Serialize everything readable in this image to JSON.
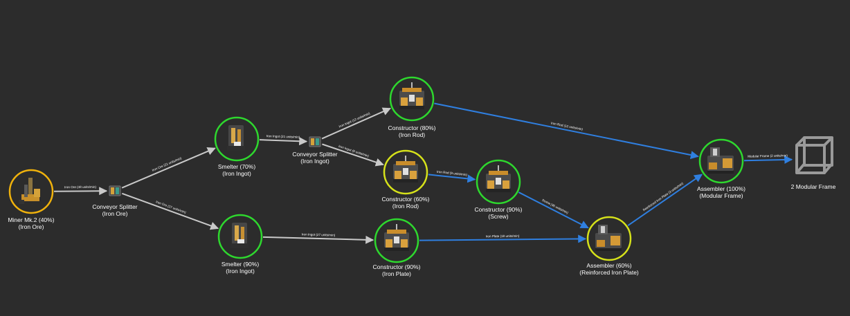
{
  "colors": {
    "background": "#2c2c2c",
    "ring_full": "#2ed82e",
    "ring_partial": "#d6e21a",
    "ring_low": "#f0b20c",
    "edge_solid": "#c9c9c9",
    "edge_fluid": "#2f7fe0"
  },
  "nodes": [
    {
      "id": "miner",
      "icon": "miner-icon",
      "ring": "low",
      "title": "Miner Mk.2 (40%)",
      "subtitle": "(Iron Ore)"
    },
    {
      "id": "split1",
      "icon": "splitter-icon",
      "title": "Conveyor Splitter",
      "subtitle": "(Iron Ore)"
    },
    {
      "id": "smelter1",
      "icon": "smelter-icon",
      "ring": "full",
      "title": "Smelter (70%)",
      "subtitle": "(Iron Ingot)"
    },
    {
      "id": "smelter2",
      "icon": "smelter-icon",
      "ring": "full",
      "title": "Smelter (90%)",
      "subtitle": "(Iron Ingot)"
    },
    {
      "id": "split2",
      "icon": "splitter-icon",
      "title": "Conveyor Splitter",
      "subtitle": "(Iron Ingot)"
    },
    {
      "id": "constr_rod1",
      "icon": "constructor-icon",
      "ring": "full",
      "title": "Constructor (80%)",
      "subtitle": "(Iron Rod)"
    },
    {
      "id": "constr_rod2",
      "icon": "constructor-icon",
      "ring": "partial",
      "title": "Constructor (60%)",
      "subtitle": "(Iron Rod)"
    },
    {
      "id": "constr_screw",
      "icon": "constructor-icon",
      "ring": "full",
      "title": "Constructor (90%)",
      "subtitle": "(Screw)"
    },
    {
      "id": "constr_plate",
      "icon": "constructor-icon",
      "ring": "full",
      "title": "Constructor (90%)",
      "subtitle": "(Iron Plate)"
    },
    {
      "id": "asm_rip",
      "icon": "assembler-icon",
      "ring": "partial",
      "title": "Assembler (60%)",
      "subtitle": "(Reinforced Iron Plate)"
    },
    {
      "id": "asm_frame",
      "icon": "assembler-icon",
      "ring": "full",
      "title": "Assembler (100%)",
      "subtitle": "(Modular Frame)"
    },
    {
      "id": "output",
      "icon": "modular-frame-icon",
      "title": "2 Modular Frame",
      "subtitle": ""
    }
  ],
  "edges": [
    {
      "from": "miner",
      "to": "split1",
      "type": "solid",
      "label": "Iron Ore (48 units/min)"
    },
    {
      "from": "split1",
      "to": "smelter1",
      "type": "solid",
      "label": "Iron Ore (21 units/min)"
    },
    {
      "from": "split1",
      "to": "smelter2",
      "type": "solid",
      "label": "Iron Ore (27 units/min)"
    },
    {
      "from": "smelter1",
      "to": "split2",
      "type": "solid",
      "label": "Iron Ingot (21 units/min)"
    },
    {
      "from": "split2",
      "to": "constr_rod1",
      "type": "solid",
      "label": "Iron Ingot (12 units/min)"
    },
    {
      "from": "split2",
      "to": "constr_rod2",
      "type": "solid",
      "label": "Iron Ingot (9 units/min)"
    },
    {
      "from": "smelter2",
      "to": "constr_plate",
      "type": "solid",
      "label": "Iron Ingot (27 units/min)"
    },
    {
      "from": "constr_rod1",
      "to": "asm_frame",
      "type": "fluid",
      "label": "Iron Rod (12 units/min)"
    },
    {
      "from": "constr_rod2",
      "to": "constr_screw",
      "type": "fluid",
      "label": "Iron Rod (9 units/min)"
    },
    {
      "from": "constr_screw",
      "to": "asm_rip",
      "type": "fluid",
      "label": "Screw (36 units/min)"
    },
    {
      "from": "constr_plate",
      "to": "asm_rip",
      "type": "fluid",
      "label": "Iron Plate (18 units/min)"
    },
    {
      "from": "asm_rip",
      "to": "asm_frame",
      "type": "fluid",
      "label": "Reinforced Iron Plate (3 units/min)"
    },
    {
      "from": "asm_frame",
      "to": "output",
      "type": "fluid",
      "label": "Modular Frame (2 units/min)"
    }
  ]
}
